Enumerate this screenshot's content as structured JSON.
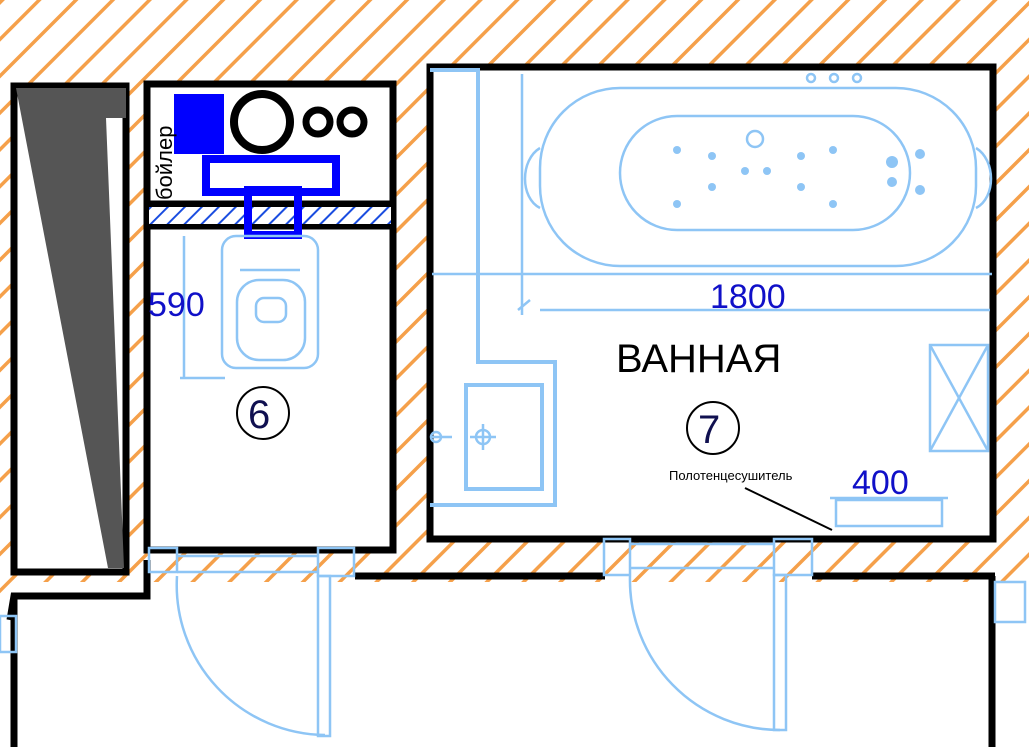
{
  "rooms": {
    "toilet": {
      "number": "6",
      "dimension": "590",
      "boiler_label": "бойлер"
    },
    "bathroom": {
      "number": "7",
      "label": "ВАННАЯ",
      "bathtub_length": "1800",
      "towel_dryer_label": "Полотенцесушитель",
      "towel_dryer_width": "400"
    }
  },
  "colors": {
    "wall": "#000000",
    "fixture": "#8ec5f5",
    "hatch": "#f5a04a",
    "dimension": "#1010c8",
    "boiler": "#0000ff"
  }
}
